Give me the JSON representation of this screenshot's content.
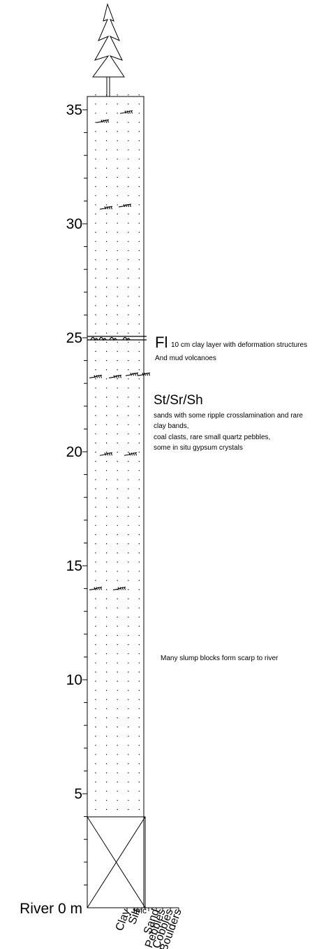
{
  "column": {
    "top_m": 35.9,
    "base_m": 0,
    "covered_interval_m": [
      0,
      4
    ]
  },
  "scale": {
    "ticks": [
      {
        "value": 35,
        "label": "35"
      },
      {
        "value": 30,
        "label": "30"
      },
      {
        "value": 25,
        "label": "25"
      },
      {
        "value": 20,
        "label": "20"
      },
      {
        "value": 15,
        "label": "15"
      },
      {
        "value": 10,
        "label": "10"
      },
      {
        "value": 5,
        "label": "5"
      }
    ],
    "base_label": "River  0 m"
  },
  "grain_sizes": [
    "Clay",
    "Silt",
    "fmc",
    "Sand",
    "Pebbles",
    "Cobbles",
    "Boulders"
  ],
  "ripple_levels_m": [
    34.9,
    34.5,
    30.8,
    30.7,
    23.4,
    23.3,
    19.9,
    14.0
  ],
  "units": [
    {
      "code": "Fl",
      "note_inline": "10 cm clay layer with deformation structures",
      "note_lines": [
        "And mud volcanoes"
      ]
    },
    {
      "code": "St/Sr/Sh",
      "note_inline": "",
      "note_lines": [
        "sands with some ripple crosslamination and rare",
        "clay bands,",
        "coal clasts, rare small quartz pebbles,",
        "some in situ gypsum crystals"
      ]
    }
  ],
  "remarks": [
    "Many slump blocks form scarp to river"
  ]
}
